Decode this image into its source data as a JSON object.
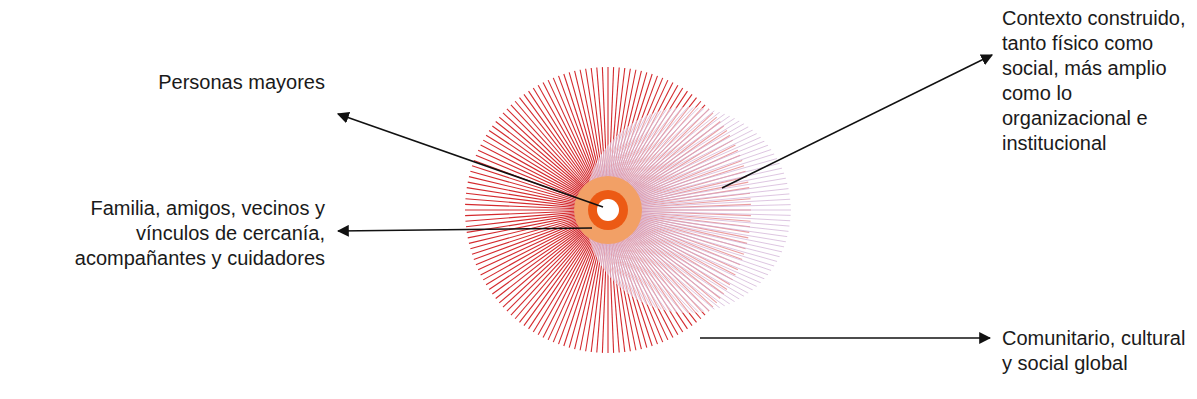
{
  "diagram": {
    "labels": [
      "Personas mayores",
      "Familia, amigos, vecinos y vínculos de cercanía, acompañantes y cuidadores",
      "Contexto construido, tanto físico como social, más amplio como lo organizacional e institucional",
      "Comunitario, cultural y social global"
    ]
  }
}
